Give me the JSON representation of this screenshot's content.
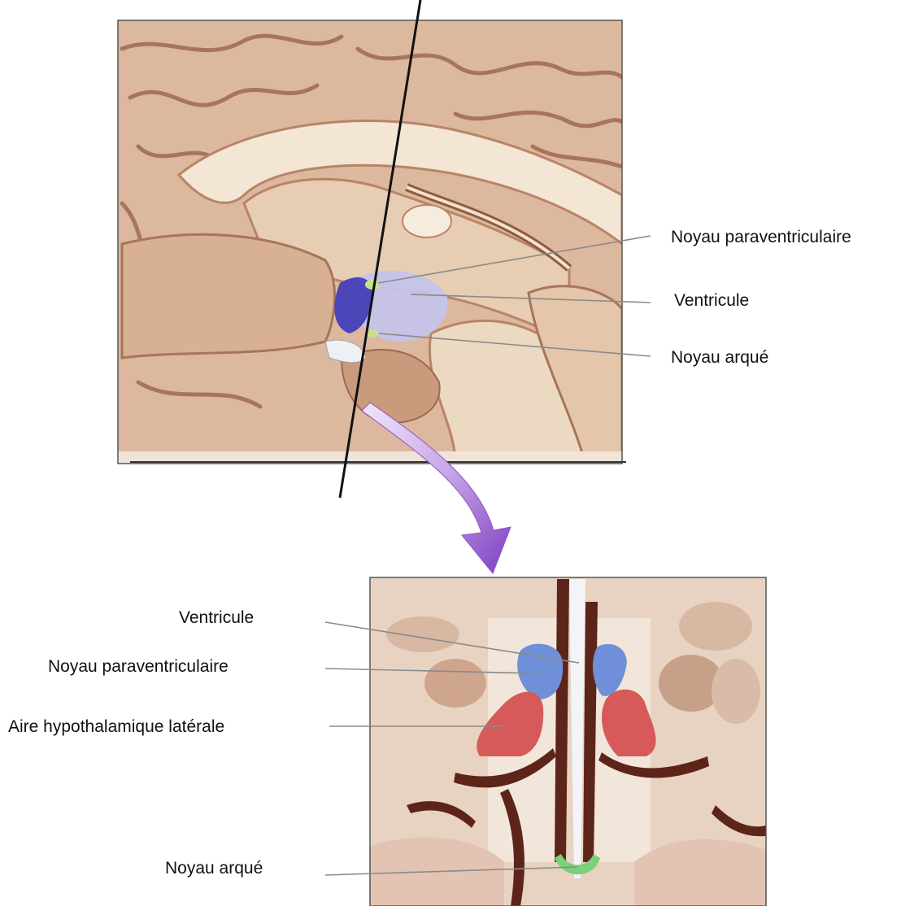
{
  "sagittal_labels": {
    "paraventricular": "Noyau paraventriculaire",
    "ventricle": "Ventricule",
    "arcuate": "Noyau arqué"
  },
  "coronal_labels": {
    "ventricle": "Ventricule",
    "paraventricular": "Noyau paraventriculaire",
    "lateral_hypothalamic_area": "Aire hypothalamique latérale",
    "arcuate": "Noyau arqué"
  },
  "colors": {
    "tissue": "#dcb89f",
    "tissue_dark": "#b98466",
    "pale_tissue": "#efe2d2",
    "ventricle_fill": "#f1f3f6",
    "hypothalamus_blue": "#9d9bd8",
    "paraventricular_blue": "#5b7fd0",
    "lateral_area_red": "#d65a5a",
    "arcuate_green": "#7bd07a",
    "arrow_purple": "#8e55c9"
  }
}
